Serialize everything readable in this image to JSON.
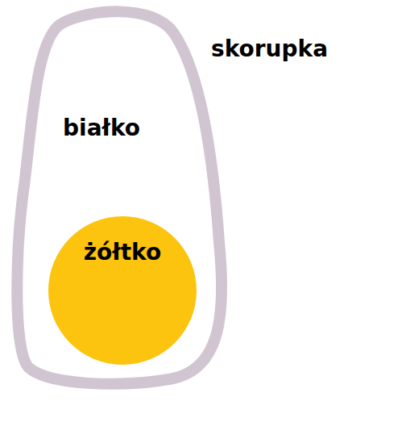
{
  "diagram": {
    "nodes": [
      {
        "text": [
          "białko"
        ]
      },
      {
        "text": [
          "żółtko"
        ],
        "in": 0
      }
    ],
    "labels": [
      "skorupka"
    ]
  }
}
